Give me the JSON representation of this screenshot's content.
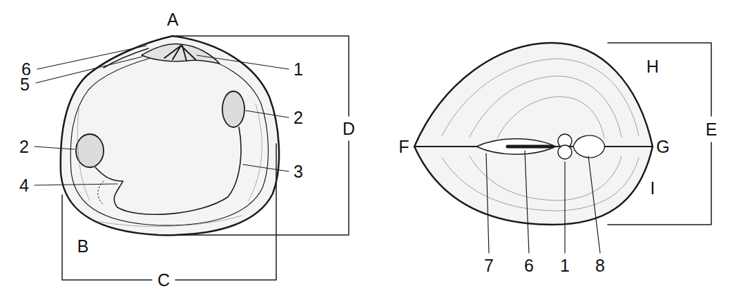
{
  "diagram": {
    "labels": [
      "A",
      "6",
      "1",
      "5",
      "2",
      "2",
      "4",
      "3",
      "D",
      "B",
      "C",
      "H",
      "F",
      "G",
      "E",
      "I",
      "7",
      "6",
      "1",
      "8"
    ]
  }
}
